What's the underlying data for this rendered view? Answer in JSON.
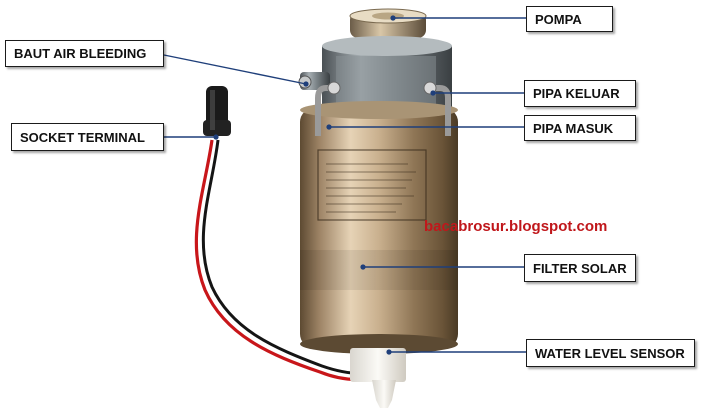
{
  "labels": {
    "pompa": "POMPA",
    "baut_air_bleeding": "BAUT AIR BLEEDING",
    "pipa_keluar": "PIPA KELUAR",
    "pipa_masuk": "PIPA MASUK",
    "socket_terminal": "SOCKET TERMINAL",
    "filter_solar": "FILTER SOLAR",
    "water_level_sensor": "WATER LEVEL SENSOR"
  },
  "watermark": "bacabrosur.blogspot.com",
  "colors": {
    "leader_line": "#1f3f7a",
    "watermark": "#c0171b",
    "wire_red": "#c8161a",
    "wire_black": "#151515"
  }
}
